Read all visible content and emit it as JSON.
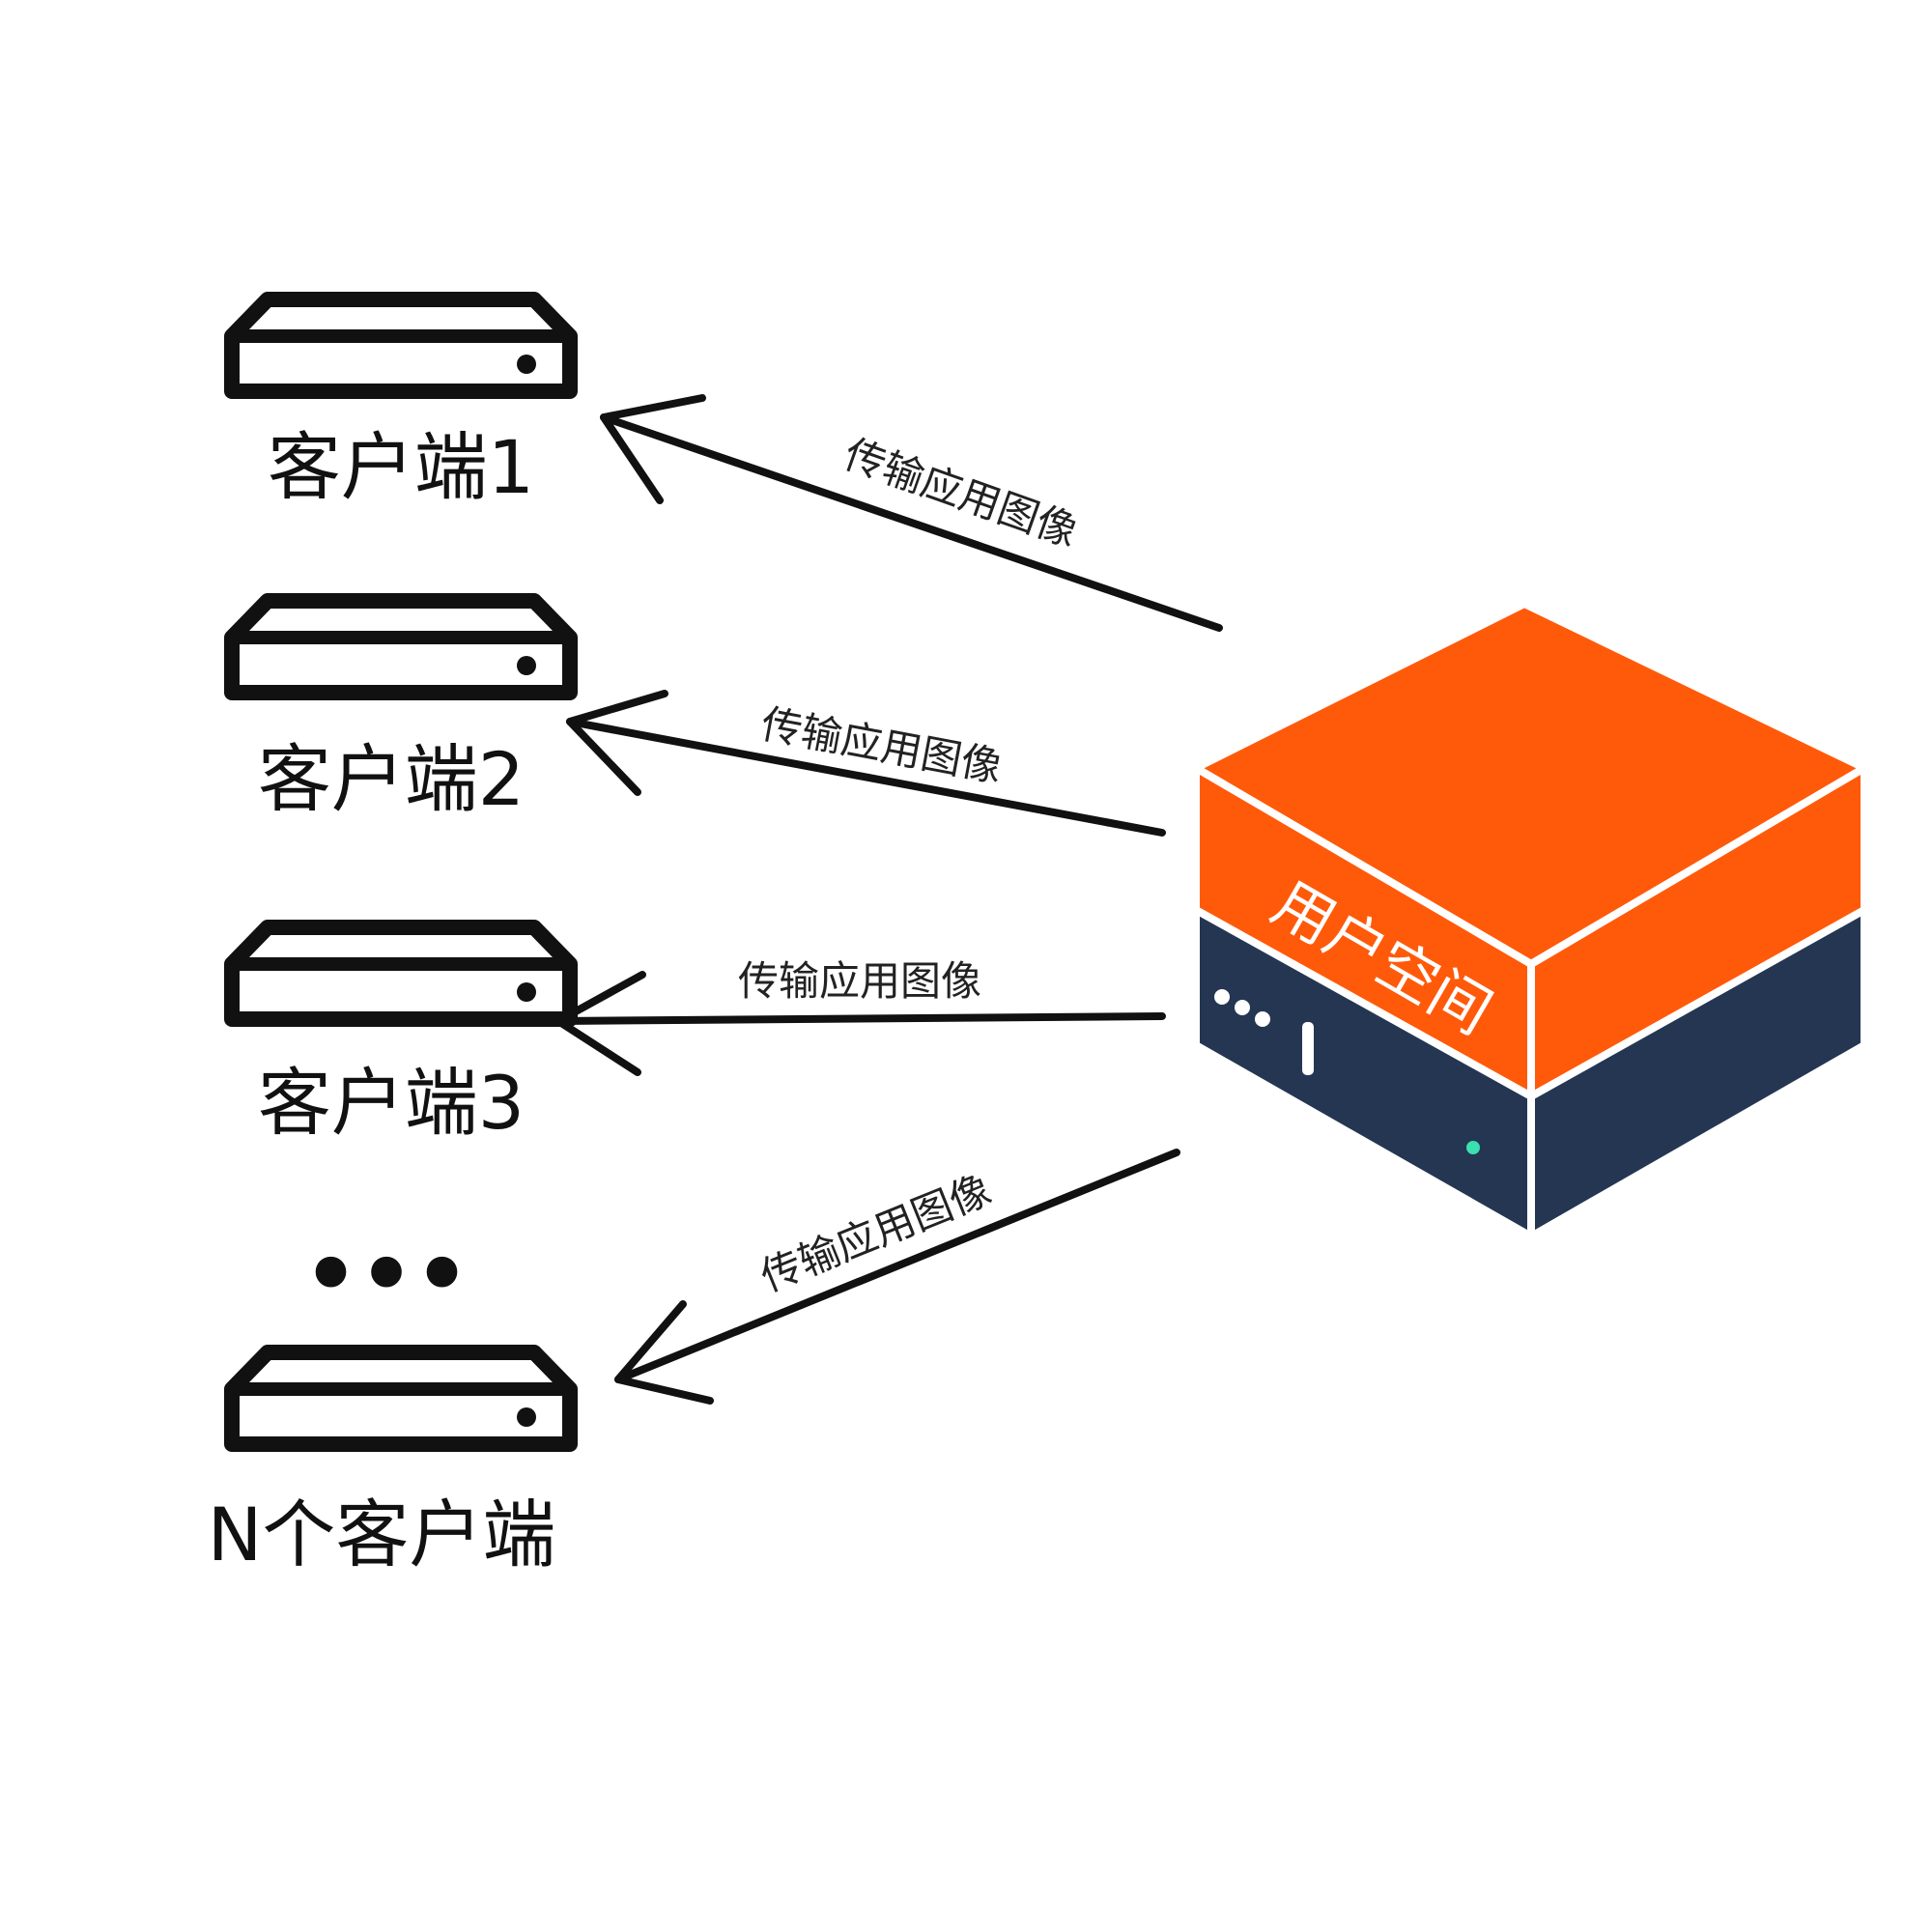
{
  "clients": [
    {
      "label": "客户端1"
    },
    {
      "label": "客户端2"
    },
    {
      "label": "客户端3"
    },
    {
      "label": "N个客户端"
    }
  ],
  "ellipsis": "•••",
  "arrows": [
    {
      "label": "传输应用图像"
    },
    {
      "label": "传输应用图像"
    },
    {
      "label": "传输应用图像"
    },
    {
      "label": "传输应用图像"
    }
  ],
  "server": {
    "label": "用户空间",
    "colors": {
      "top": "#ff5a0a",
      "orange_side": "#ff5a0a",
      "navy_side": "#243652",
      "led": "#3be0b0",
      "edge": "#ffffff"
    }
  },
  "colors": {
    "device_stroke": "#111111",
    "arrow": "#111111"
  }
}
